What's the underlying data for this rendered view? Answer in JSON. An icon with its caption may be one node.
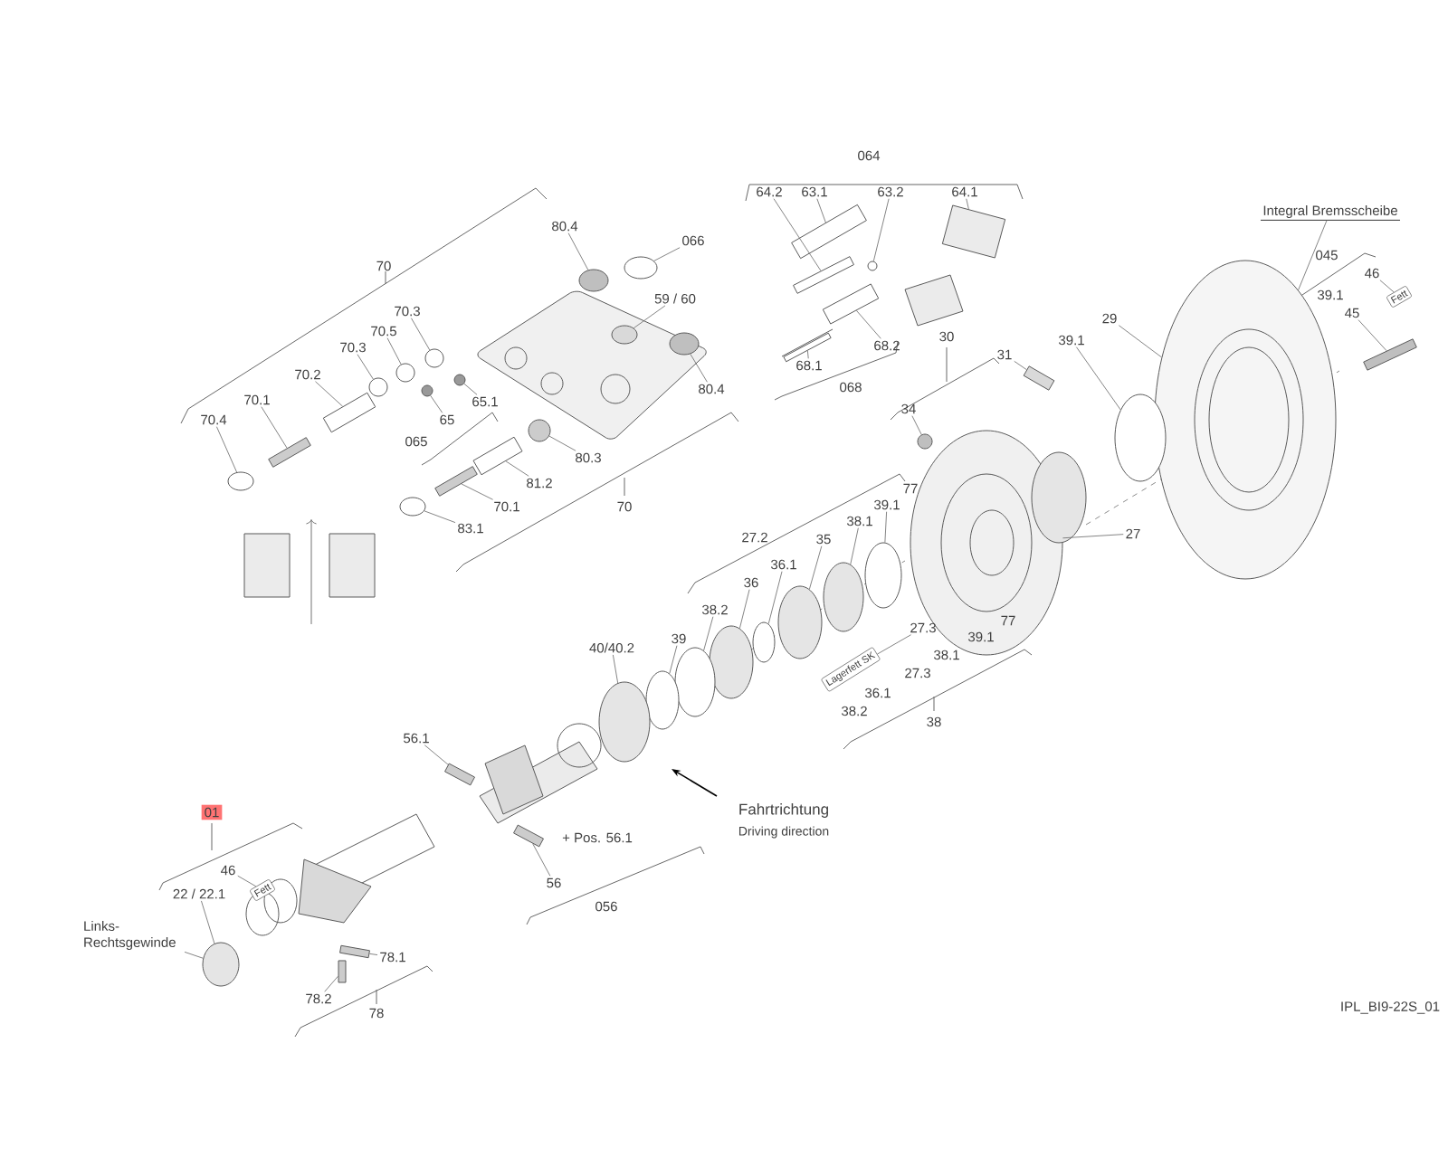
{
  "diagram": {
    "nodes": [
      {
        "text": [
          "80.4"
        ]
      },
      {
        "text": [
          "066"
        ]
      },
      {
        "text": [
          "59 / 60"
        ]
      },
      {
        "text": [
          "80.4"
        ]
      },
      {
        "text": [
          "70.3"
        ]
      },
      {
        "text": [
          "70.5"
        ]
      },
      {
        "text": [
          "70.3"
        ]
      },
      {
        "text": [
          "70.2"
        ]
      },
      {
        "text": [
          "70.1"
        ]
      },
      {
        "text": [
          "70.4"
        ]
      },
      {
        "text": [
          "65.1"
        ]
      },
      {
        "text": [
          "65"
        ]
      },
      {
        "text": [
          "80.3"
        ]
      },
      {
        "text": [
          "81.2"
        ]
      },
      {
        "text": [
          "70.1"
        ]
      },
      {
        "text": [
          "83.1"
        ]
      },
      {
        "text": [
          "64.2"
        ]
      },
      {
        "text": [
          "63.1"
        ]
      },
      {
        "text": [
          "63.2"
        ]
      },
      {
        "text": [
          "64.1"
        ]
      },
      {
        "text": [
          "68.2"
        ]
      },
      {
        "text": [
          "68.1"
        ]
      },
      {
        "text": [
          "Integral Bremsscheibe"
        ]
      },
      {
        "text": [
          "46"
        ]
      },
      {
        "text": [
          "45"
        ]
      },
      {
        "text": [
          "29"
        ]
      },
      {
        "text": [
          "31"
        ]
      },
      {
        "text": [
          "39.1"
        ]
      },
      {
        "text": [
          "34"
        ]
      },
      {
        "text": [
          "27"
        ]
      },
      {
        "text": [
          "39.1"
        ]
      },
      {
        "text": [
          "38.1"
        ]
      },
      {
        "text": [
          "35"
        ]
      },
      {
        "text": [
          "36.1"
        ]
      },
      {
        "text": [
          "36"
        ]
      },
      {
        "text": [
          "38.2"
        ]
      },
      {
        "text": [
          "39"
        ]
      },
      {
        "text": [
          "40/40.2"
        ]
      },
      {
        "text": [
          "27.3"
        ]
      },
      {
        "text": [
          "56.1"
        ]
      },
      {
        "text": [
          "56"
        ]
      },
      {
        "text": [
          "46"
        ]
      },
      {
        "text": [
          "22 / 22.1"
        ]
      },
      {
        "text": [
          "Links- Rechtsgewinde"
        ]
      },
      {
        "text": [
          "78.1"
        ]
      },
      {
        "text": [
          "78.2"
        ]
      },
      {
        "text": [],
        "shape": "circle"
      },
      {
        "text": [],
        "shape": "circle"
      },
      {
        "text": [],
        "shape": "circle"
      },
      {
        "text": [],
        "shape": "circle"
      },
      {
        "text": [],
        "shape": "circle"
      },
      {
        "text": [],
        "shape": "circle"
      },
      {
        "text": [],
        "shape": "circle"
      },
      {
        "text": [],
        "shape": "box"
      },
      {
        "text": [],
        "shape": "box"
      },
      {
        "text": [],
        "shape": "circle"
      },
      {
        "text": [],
        "shape": "circle"
      },
      {
        "text": [],
        "shape": "circle"
      },
      {
        "text": [],
        "shape": "circle"
      },
      {
        "text": [],
        "shape": "box"
      },
      {
        "text": [],
        "shape": "box"
      },
      {
        "text": [],
        "shape": "circle"
      },
      {
        "text": [],
        "shape": "box"
      },
      {
        "text": [],
        "shape": "box"
      },
      {
        "text": [],
        "shape": "circle"
      },
      {
        "text": [],
        "shape": "box"
      },
      {
        "text": [],
        "shape": "box"
      },
      {
        "text": [],
        "shape": "box"
      },
      {
        "text": [],
        "shape": "circle"
      },
      {
        "text": [
          "Fett"
        ]
      },
      {
        "text": [],
        "shape": "box"
      },
      {
        "text": [],
        "shape": "box"
      },
      {
        "text": [],
        "shape": "circle"
      },
      {
        "text": [],
        "shape": "circle"
      },
      {
        "text": [],
        "shape": "circle"
      },
      {
        "text": [],
        "shape": "circle"
      },
      {
        "text": [],
        "shape": "circle"
      },
      {
        "text": [],
        "shape": "circle"
      },
      {
        "text": [],
        "shape": "circle"
      },
      {
        "text": [],
        "shape": "circle"
      },
      {
        "text": [],
        "shape": "circle"
      },
      {
        "text": [],
        "shape": "circle"
      },
      {
        "text": [],
        "shape": "circle"
      },
      {
        "text": [
          "Lagerfett SK"
        ]
      },
      {
        "text": [],
        "shape": "box"
      },
      {
        "text": [],
        "shape": "box"
      },
      {
        "text": [
          "Fett"
        ]
      },
      {
        "text": [],
        "shape": "circle"
      },
      {
        "text": [],
        "shape": "box"
      },
      {
        "text": [],
        "shape": "box"
      }
    ],
    "edges": [
      {
        "from": 0,
        "to": 46,
        "arrow": "none"
      },
      {
        "from": 1,
        "to": 47,
        "arrow": "none"
      },
      {
        "from": 2,
        "to": 48,
        "arrow": "none"
      },
      {
        "from": 3,
        "to": 49,
        "arrow": "none"
      },
      {
        "from": 4,
        "to": 50,
        "arrow": "none"
      },
      {
        "from": 5,
        "to": 51,
        "arrow": "none"
      },
      {
        "from": 6,
        "to": 52,
        "arrow": "none"
      },
      {
        "from": 7,
        "to": 53,
        "arrow": "none"
      },
      {
        "from": 8,
        "to": 54,
        "arrow": "none"
      },
      {
        "from": 9,
        "to": 55,
        "arrow": "none"
      },
      {
        "from": 10,
        "to": 56,
        "arrow": "none"
      },
      {
        "from": 11,
        "to": 57,
        "arrow": "none"
      },
      {
        "from": 12,
        "to": 58,
        "arrow": "none"
      },
      {
        "from": 13,
        "to": 59,
        "arrow": "none"
      },
      {
        "from": 14,
        "to": 60,
        "arrow": "none"
      },
      {
        "from": 15,
        "to": 61,
        "arrow": "none"
      },
      {
        "from": 16,
        "to": 62,
        "arrow": "none"
      },
      {
        "from": 17,
        "to": 63,
        "arrow": "none"
      },
      {
        "from": 18,
        "to": 64,
        "arrow": "none"
      },
      {
        "from": 19,
        "to": 65,
        "arrow": "none"
      },
      {
        "from": 20,
        "to": 66,
        "arrow": "none"
      },
      {
        "from": 21,
        "to": 67,
        "arrow": "none"
      },
      {
        "from": 22,
        "to": 68,
        "arrow": "none"
      },
      {
        "from": 23,
        "to": 69,
        "arrow": "none"
      },
      {
        "from": 24,
        "to": 70,
        "arrow": "none"
      },
      {
        "from": 25,
        "to": 68,
        "arrow": "none"
      },
      {
        "from": 26,
        "to": 71,
        "arrow": "none"
      },
      {
        "from": 27,
        "to": 72,
        "arrow": "none"
      },
      {
        "from": 28,
        "to": 73,
        "arrow": "none"
      },
      {
        "from": 29,
        "to": 74,
        "arrow": "none"
      },
      {
        "from": 30,
        "to": 75,
        "arrow": "none"
      },
      {
        "from": 31,
        "to": 76,
        "arrow": "none"
      },
      {
        "from": 32,
        "to": 77,
        "arrow": "none"
      },
      {
        "from": 33,
        "to": 78,
        "arrow": "none"
      },
      {
        "from": 34,
        "to": 79,
        "arrow": "none"
      },
      {
        "from": 35,
        "to": 80,
        "arrow": "none"
      },
      {
        "from": 36,
        "to": 81,
        "arrow": "none"
      },
      {
        "from": 37,
        "to": 82,
        "arrow": "none"
      },
      {
        "from": 38,
        "to": 83,
        "arrow": "none"
      },
      {
        "from": 39,
        "to": 84,
        "arrow": "none"
      },
      {
        "from": 40,
        "to": 85,
        "arrow": "none"
      },
      {
        "from": 41,
        "to": 86,
        "arrow": "none"
      },
      {
        "from": 42,
        "to": 87,
        "arrow": "none"
      },
      {
        "from": 43,
        "to": 87,
        "arrow": "none"
      },
      {
        "from": 44,
        "to": 88,
        "arrow": "none"
      },
      {
        "from": 45,
        "to": 89,
        "arrow": "none"
      }
    ],
    "labels": [
      "70",
      "065",
      "70",
      "064",
      "068",
      "045",
      "39.1",
      "30",
      "77",
      "27.2",
      "77",
      "39.1",
      "38.1",
      "27.3",
      "36.1",
      "38.2",
      "38",
      "Fahrtrichtung",
      "Driving direction",
      "+ Pos. 56.1",
      "056",
      "01",
      "78",
      "IPL_BI9-22S_01"
    ]
  }
}
